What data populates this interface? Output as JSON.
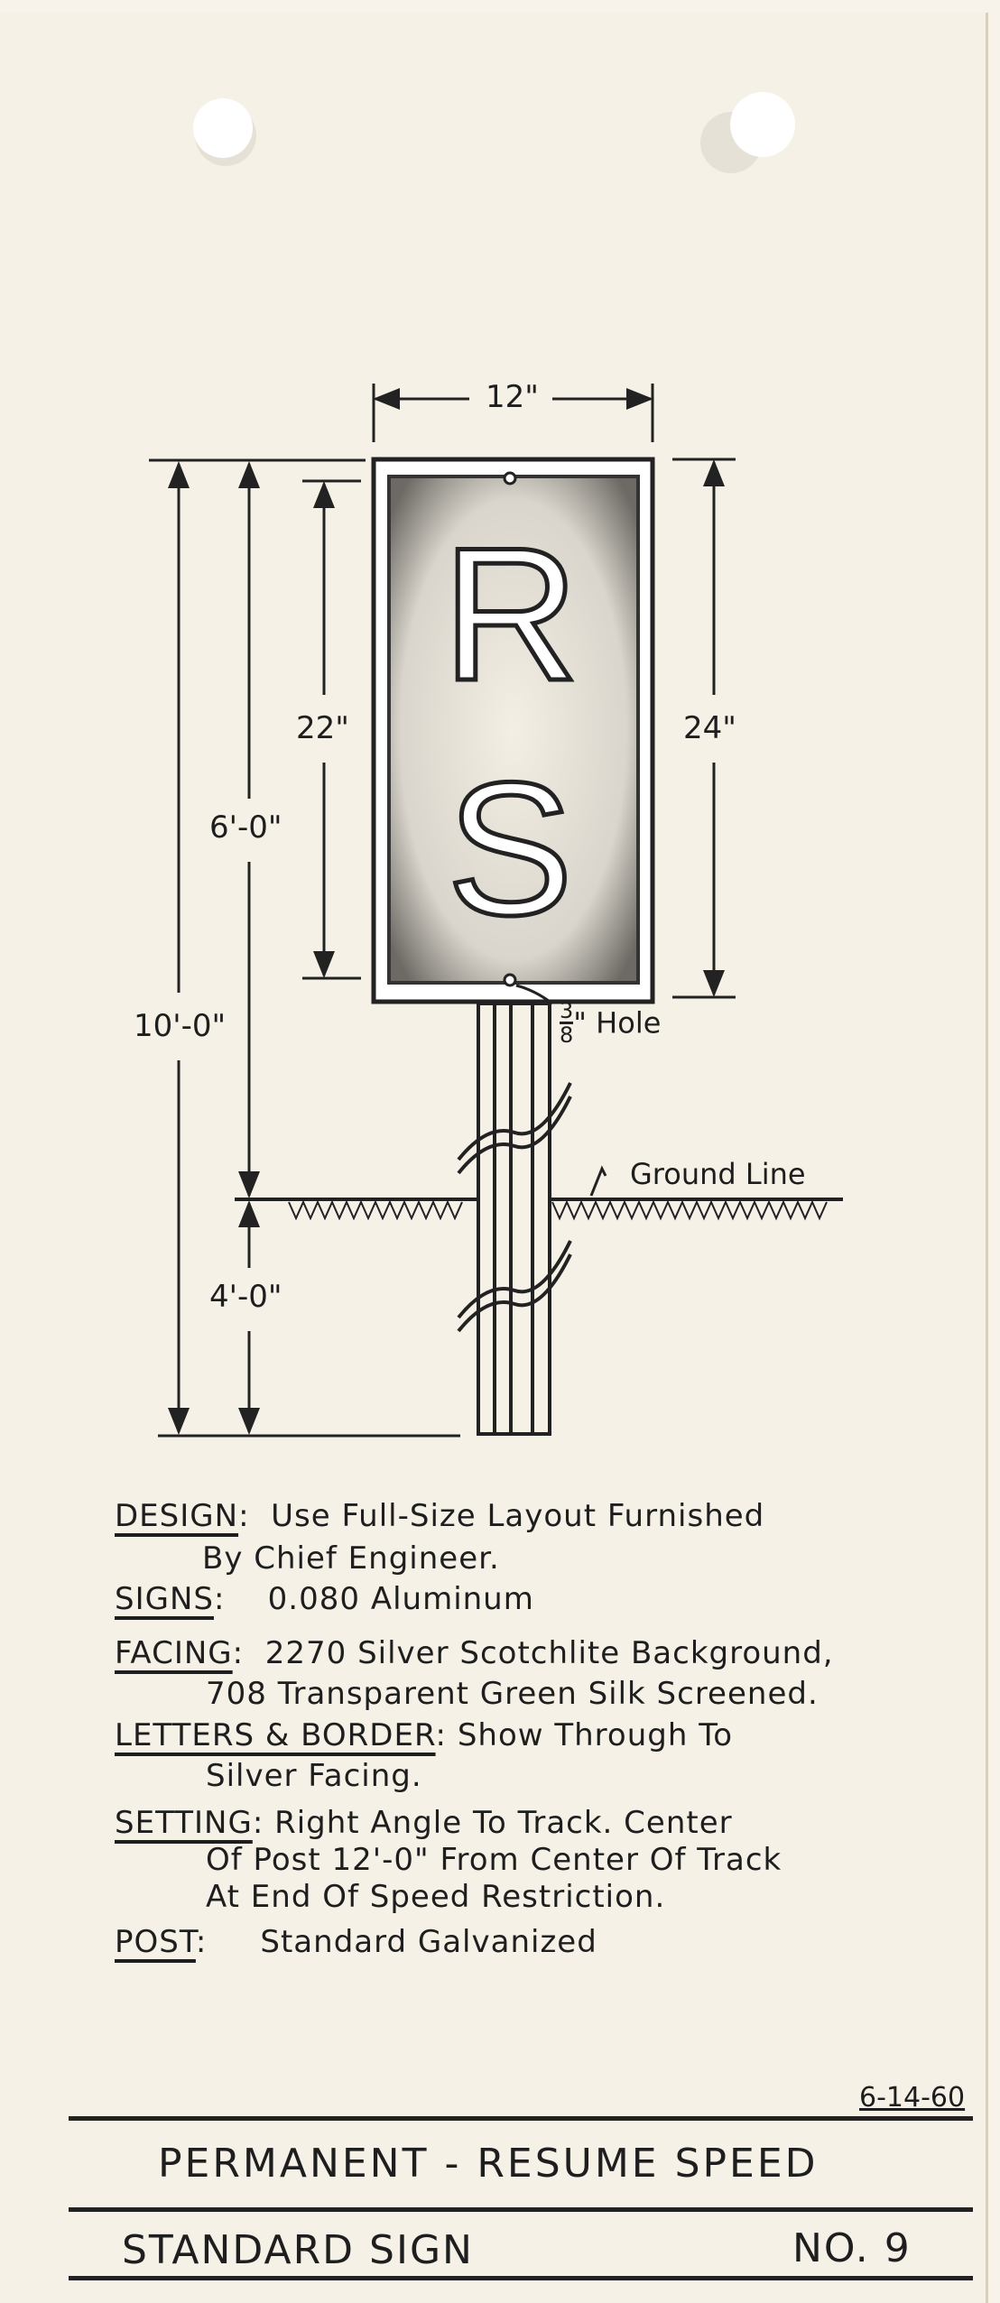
{
  "drawing": {
    "sign_letters": [
      "R",
      "S"
    ],
    "dimensions": {
      "width": "12\"",
      "overall_height": "10'-0\"",
      "above_ground": "6'-0\"",
      "below_ground": "4'-0\"",
      "letter_area": "22\"",
      "sign_height": "24\"",
      "hole_num": "3",
      "hole_den": "8",
      "hole_label": "\" Hole",
      "ground_line": "Ground Line"
    }
  },
  "specs": [
    {
      "label": "DESIGN",
      "lines": [
        "Use Full-Size Layout Furnished",
        "By Chief Engineer."
      ]
    },
    {
      "label": "SIGNS",
      "lines": [
        "0.080 Aluminum"
      ]
    },
    {
      "label": "FACING",
      "lines": [
        "2270 Silver Scotchlite Background,",
        "708 Transparent Green Silk Screened."
      ]
    },
    {
      "label": "LETTERS & BORDER",
      "lines": [
        "Show Through To",
        "Silver Facing."
      ]
    },
    {
      "label": "SETTING",
      "lines": [
        "Right Angle To Track. Center",
        "Of Post 12'-0\" From Center Of Track",
        "At End Of Speed Restriction."
      ]
    },
    {
      "label": "POST",
      "lines": [
        "Standard Galvanized"
      ]
    }
  ],
  "footer": {
    "date": "6-14-60",
    "title": "PERMANENT - RESUME SPEED",
    "subtitle": "STANDARD SIGN",
    "number": "NO. 9"
  }
}
